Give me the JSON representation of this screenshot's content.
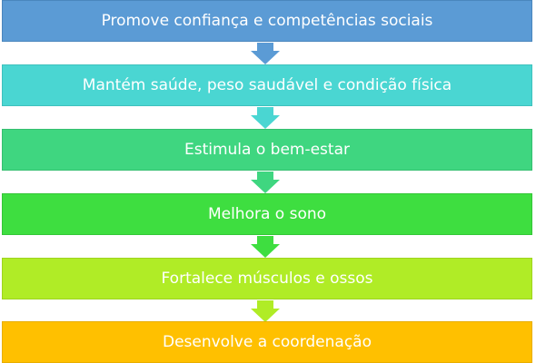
{
  "flow": {
    "steps": [
      {
        "label": "Promove confiança e competências sociais",
        "color": "#5b9bd5",
        "border": "#4a86bd"
      },
      {
        "label": "Mantém saúde, peso saudável e condição física",
        "color": "#4ad6d2",
        "border": "#3fc1bd"
      },
      {
        "label": "Estimula o bem-estar",
        "color": "#3fd680",
        "border": "#35bf70"
      },
      {
        "label": "Melhora o sono",
        "color": "#3ede40",
        "border": "#34c637"
      },
      {
        "label": "Fortalece músculos e ossos",
        "color": "#b0ec26",
        "border": "#9ed41f"
      },
      {
        "label": "Desenvolve a coordenação",
        "color": "#ffc000",
        "border": "#e8ae00"
      }
    ],
    "arrow_colors": [
      "#5b9bd5",
      "#4ad6d2",
      "#3fd680",
      "#3ede40",
      "#b0ec26"
    ]
  }
}
